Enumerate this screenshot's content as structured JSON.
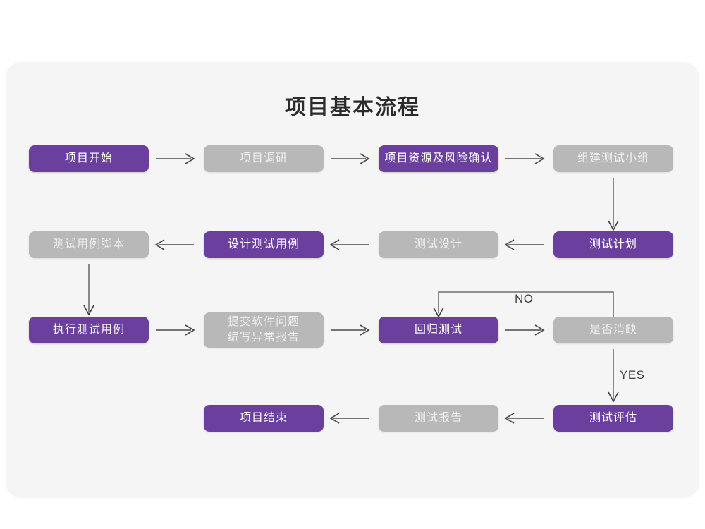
{
  "page": {
    "title": "项目基本流程",
    "background": "#ffffff",
    "card_background": "#f5f5f5"
  },
  "theme": {
    "accent_purple": "#6b3f9e",
    "muted_gray": "#b8b8b8",
    "purple_text": "#ffffff",
    "gray_text": "#efefef",
    "connector": "#4a4a4a",
    "title_text": "#2b2b2b"
  },
  "chart_data": {
    "type": "diagram",
    "title": "项目基本流程",
    "nodes": [
      {
        "id": "n1",
        "label": "项目开始",
        "style": "purple",
        "row": 1,
        "col": 1
      },
      {
        "id": "n2",
        "label": "项目调研",
        "style": "gray",
        "row": 1,
        "col": 2
      },
      {
        "id": "n3",
        "label": "项目资源及风险确认",
        "style": "purple",
        "row": 1,
        "col": 3
      },
      {
        "id": "n4",
        "label": "组建测试小组",
        "style": "gray",
        "row": 1,
        "col": 4
      },
      {
        "id": "n5",
        "label": "测试用例脚本",
        "style": "gray",
        "row": 2,
        "col": 1
      },
      {
        "id": "n6",
        "label": "设计测试用例",
        "style": "purple",
        "row": 2,
        "col": 2
      },
      {
        "id": "n7",
        "label": "测试设计",
        "style": "gray",
        "row": 2,
        "col": 3
      },
      {
        "id": "n8",
        "label": "测试计划",
        "style": "purple",
        "row": 2,
        "col": 4
      },
      {
        "id": "n9",
        "label": "执行测试用例",
        "style": "purple",
        "row": 3,
        "col": 1
      },
      {
        "id": "n10",
        "label": "提交软件问题\n编写异常报告",
        "style": "gray",
        "row": 3,
        "col": 2
      },
      {
        "id": "n11",
        "label": "回归测试",
        "style": "purple",
        "row": 3,
        "col": 3
      },
      {
        "id": "n12",
        "label": "是否消缺",
        "style": "gray",
        "row": 3,
        "col": 4
      },
      {
        "id": "n13",
        "label": "项目结束",
        "style": "purple",
        "row": 4,
        "col": 2
      },
      {
        "id": "n14",
        "label": "测试报告",
        "style": "gray",
        "row": 4,
        "col": 3
      },
      {
        "id": "n15",
        "label": "测试评估",
        "style": "purple",
        "row": 4,
        "col": 4
      }
    ],
    "edges": [
      {
        "from": "n1",
        "to": "n2",
        "dir": "right",
        "label": ""
      },
      {
        "from": "n2",
        "to": "n3",
        "dir": "right",
        "label": ""
      },
      {
        "from": "n3",
        "to": "n4",
        "dir": "right",
        "label": ""
      },
      {
        "from": "n4",
        "to": "n8",
        "dir": "down",
        "label": ""
      },
      {
        "from": "n8",
        "to": "n7",
        "dir": "left",
        "label": ""
      },
      {
        "from": "n7",
        "to": "n6",
        "dir": "left",
        "label": ""
      },
      {
        "from": "n6",
        "to": "n5",
        "dir": "left",
        "label": ""
      },
      {
        "from": "n5",
        "to": "n9",
        "dir": "down",
        "label": ""
      },
      {
        "from": "n9",
        "to": "n10",
        "dir": "right",
        "label": ""
      },
      {
        "from": "n10",
        "to": "n11",
        "dir": "right",
        "label": ""
      },
      {
        "from": "n11",
        "to": "n12",
        "dir": "right",
        "label": ""
      },
      {
        "from": "n12",
        "to": "n11",
        "dir": "loop-up-left",
        "label": "NO"
      },
      {
        "from": "n12",
        "to": "n15",
        "dir": "down",
        "label": "YES"
      },
      {
        "from": "n15",
        "to": "n14",
        "dir": "left",
        "label": ""
      },
      {
        "from": "n14",
        "to": "n13",
        "dir": "left",
        "label": ""
      }
    ],
    "branch_labels": {
      "no": "NO",
      "yes": "YES"
    }
  }
}
